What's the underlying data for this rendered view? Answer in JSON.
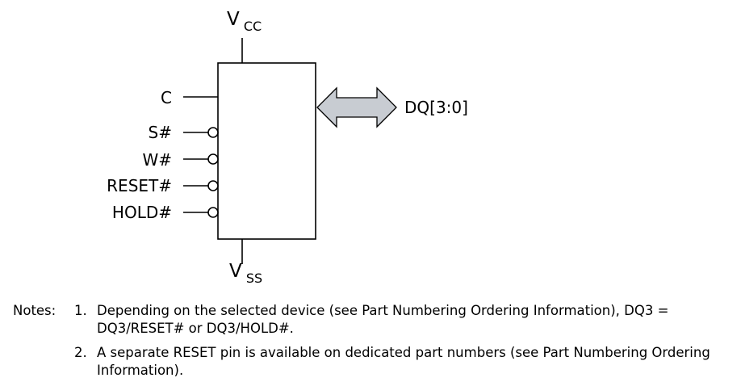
{
  "diagram": {
    "supply_top": {
      "main": "V",
      "sub": "CC"
    },
    "supply_bottom": {
      "main": "V",
      "sub": "SS"
    },
    "inputs": [
      {
        "label": "C",
        "active_low": false
      },
      {
        "label": "S#",
        "active_low": true
      },
      {
        "label": "W#",
        "active_low": true
      },
      {
        "label": "RESET#",
        "active_low": true
      },
      {
        "label": "HOLD#",
        "active_low": true
      }
    ],
    "bus": {
      "label": "DQ[3:0]",
      "arrow_fill": "#c8ccd2"
    }
  },
  "notes": {
    "label": "Notes:",
    "items": [
      {
        "num": "1.",
        "text": "Depending on the selected device (see Part Numbering Ordering Information), DQ3 = DQ3/RESET# or DQ3/HOLD#."
      },
      {
        "num": "2.",
        "text": "A separate RESET pin is available on dedicated part numbers (see Part Numbering Ordering Information)."
      }
    ]
  }
}
